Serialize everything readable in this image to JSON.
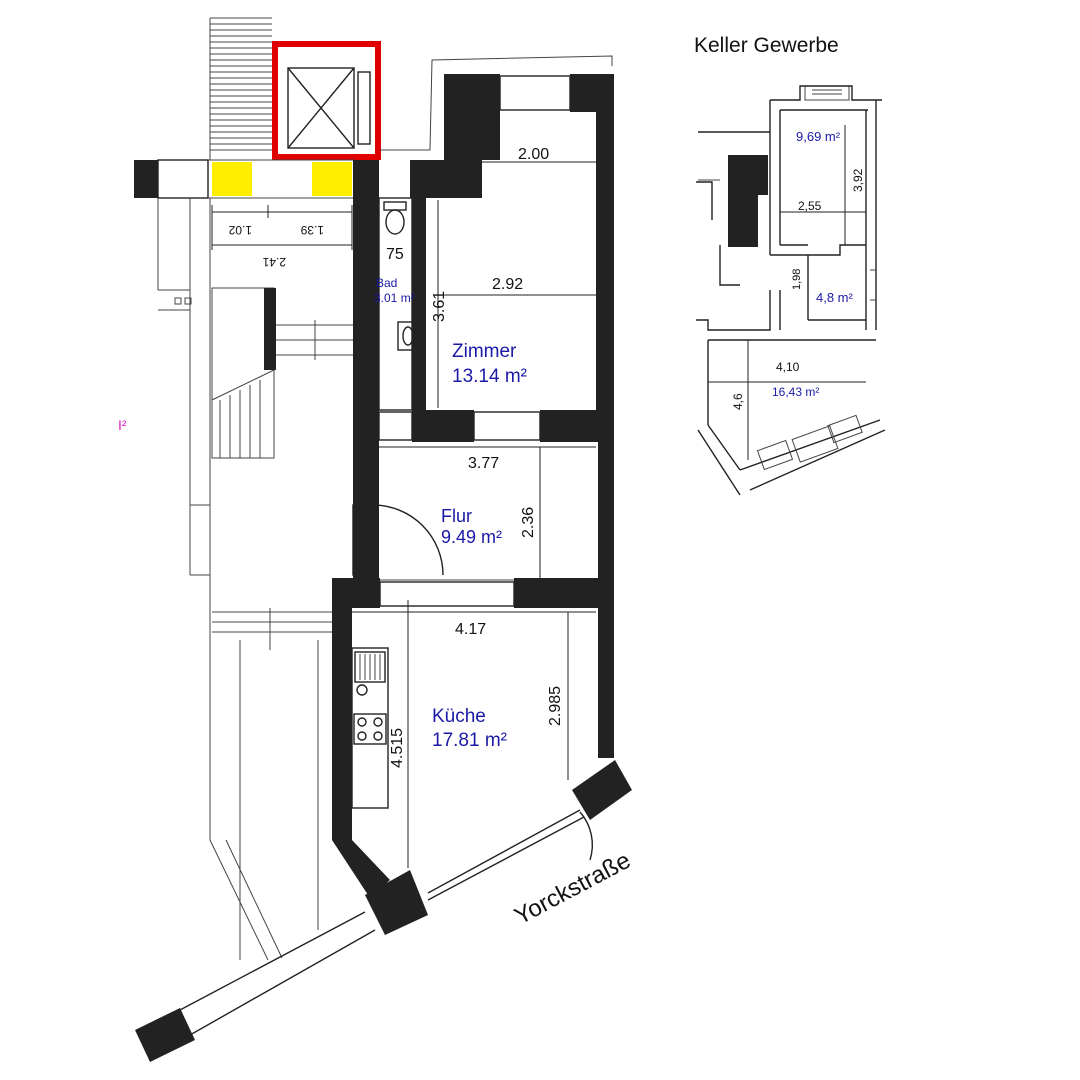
{
  "plan": {
    "street": "Yorckstraße",
    "marker": "I²",
    "rooms": {
      "bad": {
        "name": "Bad",
        "area": "3.01 m²"
      },
      "zimmer": {
        "name": "Zimmer",
        "area": "13.14 m²"
      },
      "flur": {
        "name": "Flur",
        "area": "9.49 m²"
      },
      "kueche": {
        "name": "Küche",
        "area": "17.81 m²"
      }
    },
    "dims": {
      "zimmer_top": "2.00",
      "zimmer_width": "2.92",
      "zimmer_height": "3.61",
      "bad_width": "75",
      "flur_width": "3.77",
      "flur_height": "2.36",
      "kueche_width": "4.17",
      "kueche_depth_right": "2.985",
      "kueche_depth_left": "4.515",
      "stair_a": "1.02",
      "stair_b": "1.39",
      "stair_total": "2.41"
    }
  },
  "keller": {
    "title": "Keller Gewerbe",
    "rooms": {
      "room1_area": "9,69 m²",
      "room2_area": "4,8 m²",
      "room3_area": "16,43 m²"
    },
    "dims": {
      "d1": "3,92",
      "d2": "2,55",
      "d3": "1,98",
      "d4": "4,10",
      "d5": "4,6"
    }
  },
  "colors": {
    "wall": "#222222",
    "highlight_red": "#e00000",
    "highlight_yellow": "#ffee00",
    "label_blue": "#1a1aa6",
    "marker_magenta": "#e020c0"
  }
}
